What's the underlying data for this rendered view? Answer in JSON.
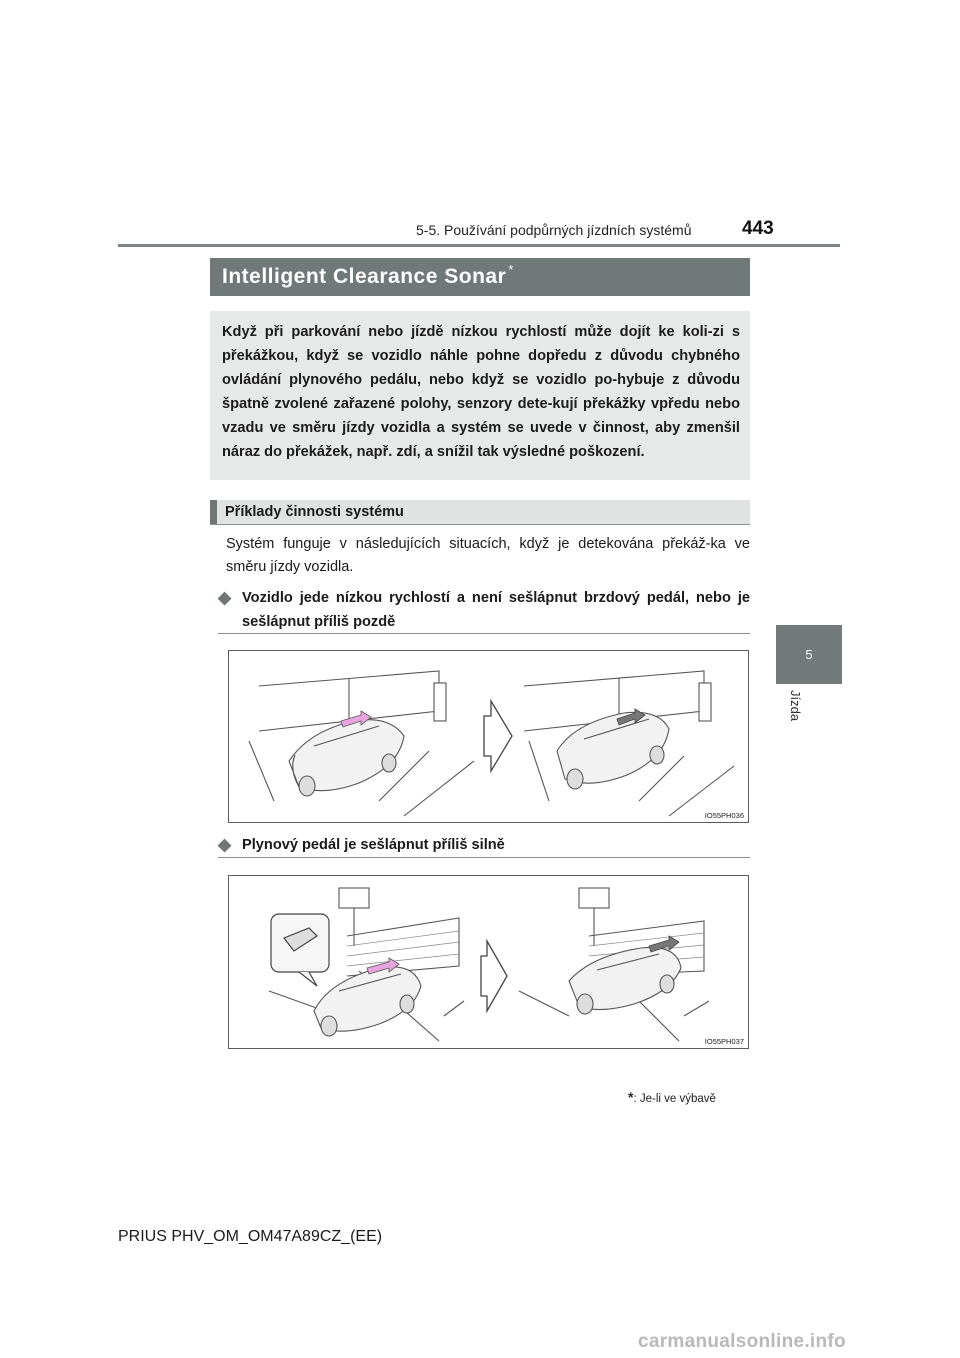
{
  "header": {
    "section": "5-5. Používání podpůrných jízdních systémů",
    "page_number": "443"
  },
  "side_tab": {
    "number": "5",
    "label": "Jízda"
  },
  "title": {
    "text": "Intelligent Clearance Sonar",
    "marker": "*"
  },
  "intro": "Když při parkování nebo jízdě nízkou rychlostí může dojít ke koli-zi s překážkou, když se vozidlo náhle pohne dopředu z důvodu chybného ovládání plynového pedálu, nebo když se vozidlo po-hybuje z důvodu špatně zvolené zařazené polohy, senzory dete-kují překážky vpředu nebo vzadu ve směru jízdy vozidla a systém se uvede v činnost, aby zmenšil náraz do překážek, např. zdí, a snížil tak výsledné poškození.",
  "subheading": "Příklady činnosti systému",
  "body": "Systém funguje v následujících situacích, když je detekována překáž-ka ve směru jízdy vozidla.",
  "cases": [
    {
      "text": "Vozidlo jede nízkou rychlostí a není sešlápnut brzdový pedál, nebo je sešlápnut příliš pozdě",
      "figure_code": "IO55PH036"
    },
    {
      "text": "Plynový pedál je sešlápnut příliš silně",
      "figure_code": "IO55PH037"
    }
  ],
  "footnote": {
    "marker": "*",
    "text": ": Je-li ve výbavě"
  },
  "document_id": "PRIUS PHV_OM_OM47A89CZ_(EE)",
  "watermark": "carmanualsonline.info",
  "colors": {
    "band": "#707878",
    "box": "#e7e8e8",
    "accent_arrow": "#e9a3df"
  }
}
